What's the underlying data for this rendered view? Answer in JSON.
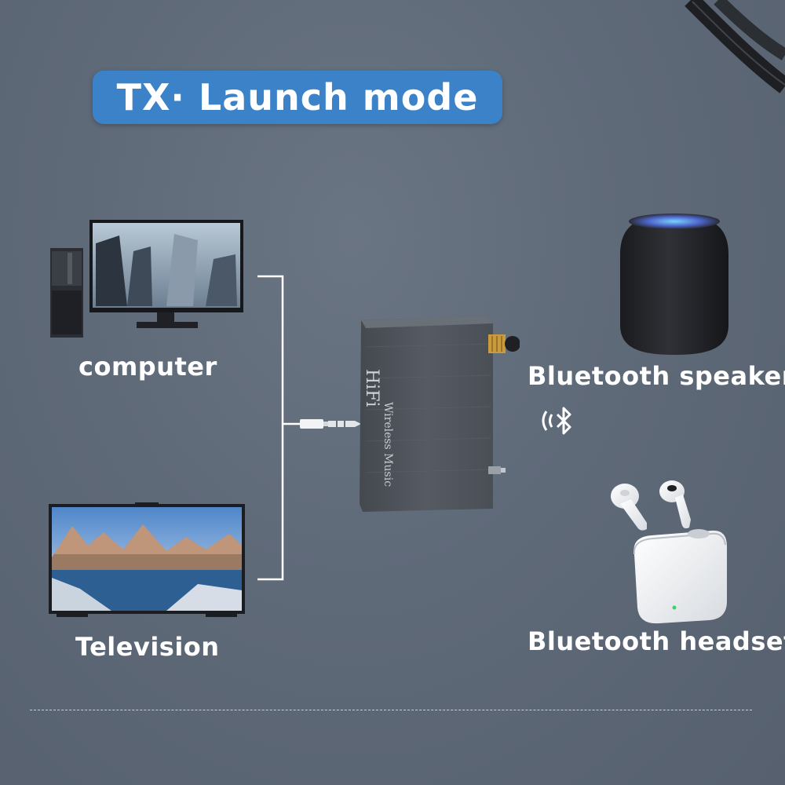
{
  "title": "TX· Launch mode",
  "sources": [
    {
      "label": "computer",
      "icon": "computer-icon"
    },
    {
      "label": "Television",
      "icon": "television-icon"
    }
  ],
  "device": {
    "brand": "HiFi",
    "subtitle": "Wireless Music",
    "icon": "bluetooth-transmitter-icon"
  },
  "outputs": [
    {
      "label": "Bluetooth speaker",
      "icon": "smart-speaker-icon"
    },
    {
      "label": "Bluetooth headset",
      "icon": "earbuds-icon"
    }
  ],
  "connector_icon": "aux-cable-icon",
  "signal_icon": "bluetooth-icon",
  "colors": {
    "accent": "#3b82c9",
    "background": "#5f6a79",
    "text": "#ffffff"
  }
}
